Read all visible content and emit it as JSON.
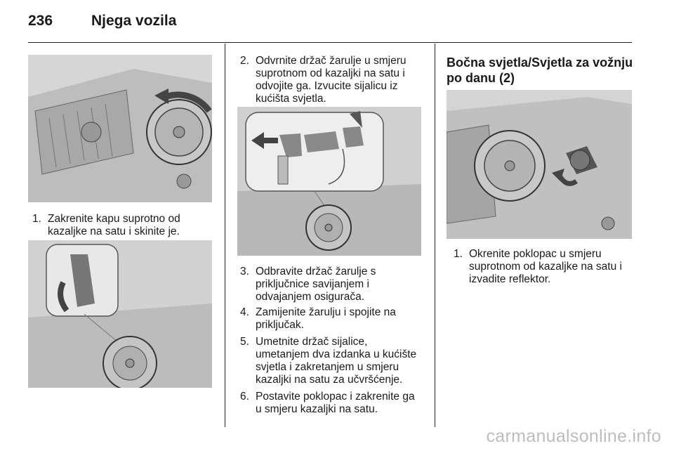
{
  "header": {
    "page_number": "236",
    "title": "Njega vozila"
  },
  "left_column": {
    "step1": {
      "number": "1.",
      "lines": [
        "Zakrenite kapu suprotno od",
        "kazaljke na satu i skinite je."
      ]
    }
  },
  "middle_column": {
    "step2": {
      "number": "2.",
      "lines": [
        "Odvrnite držač žarulje u smjeru",
        "suprotnom od kazaljki na satu i",
        "odvojite ga. Izvucite sijalicu iz",
        "kućišta svjetla."
      ]
    },
    "step3": {
      "number": "3.",
      "lines": [
        "Odbravite držač žarulje s",
        "priključnice savijanjem i",
        "odvajanjem osigurača."
      ]
    },
    "step4": {
      "number": "4.",
      "lines": [
        "Zamijenite žarulju i spojite na",
        "priključak."
      ]
    },
    "step5": {
      "number": "5.",
      "lines": [
        "Umetnite držač sijalice,",
        "umetanjem dva izdanka u kućište",
        "svjetla i zakretanjem u smjeru",
        "kazaljki na satu za učvršćenje."
      ]
    },
    "step6": {
      "number": "6.",
      "lines": [
        "Postavite poklopac i zakrenite ga",
        "u smjeru kazaljki na satu."
      ]
    }
  },
  "right_column": {
    "section_title_lines": [
      "Bočna svjetla/Svjetla za vožnju",
      "po danu (2)"
    ],
    "step1": {
      "number": "1.",
      "lines": [
        "Okrenite poklopac u smjeru",
        "suprotnom od kazaljke na satu i",
        "izvadite reflektor."
      ]
    }
  },
  "watermark": "carmanualsonline.info"
}
